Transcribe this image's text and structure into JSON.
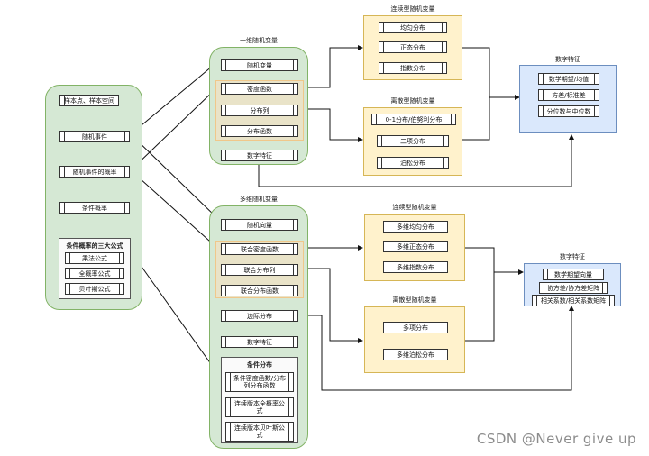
{
  "left": {
    "sample": "样本点、样本空间",
    "event": "随机事件",
    "prob": "随机事件的概率",
    "cond": "条件概率",
    "formula_title": "条件概率的三大公式",
    "formulas": [
      "乘法公式",
      "全概率公式",
      "贝叶斯公式"
    ]
  },
  "one": {
    "title": "一维随机变量",
    "items": [
      "随机变量",
      "密度函数",
      "分布列",
      "分布函数",
      "数字特征"
    ]
  },
  "one_cont": {
    "title": "连续型随机变量",
    "items": [
      "均匀分布",
      "正态分布",
      "指数分布"
    ]
  },
  "one_disc": {
    "title": "离散型随机变量",
    "items": [
      "0-1分布/伯努利分布",
      "二项分布",
      "泊松分布"
    ]
  },
  "digit1": {
    "title": "数字特征",
    "items": [
      "数学期望/均值",
      "方差/标准差",
      "分位数与中位数"
    ]
  },
  "multi": {
    "title": "多维随机变量",
    "items": [
      "随机向量",
      "联合密度函数",
      "联合分布列",
      "联合分布函数",
      "边际分布",
      "数字特征"
    ],
    "cond_title": "条件分布",
    "cond_items": [
      "条件密度函数/分布列分布函数",
      "连续版本全概率公式",
      "连续版本贝叶斯公式"
    ]
  },
  "multi_cont": {
    "title": "连续型随机变量",
    "items": [
      "多维均匀分布",
      "多维正态分布",
      "多维指数分布"
    ]
  },
  "multi_disc": {
    "title": "离散型随机变量",
    "items": [
      "多项分布",
      "多维泊松分布"
    ]
  },
  "digit2": {
    "title": "数字特征",
    "items": [
      "数学期望向量",
      "协方差/协方差矩阵",
      "相关系数/相关系数矩阵"
    ]
  },
  "watermark": "CSDN @Never  give  up"
}
